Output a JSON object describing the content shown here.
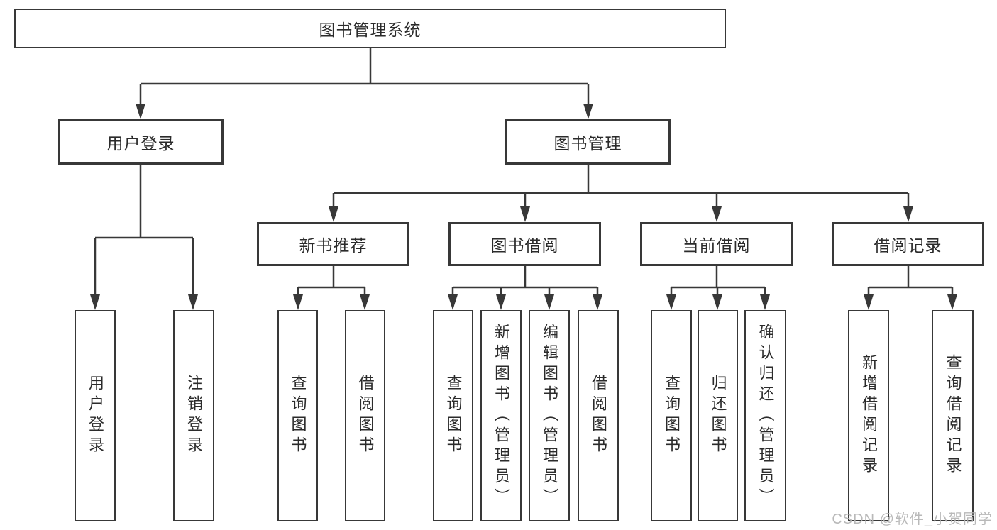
{
  "nodes": {
    "root": "图书管理系统",
    "level2": {
      "user_login": "用户登录",
      "book_management": "图书管理"
    },
    "level3": {
      "new_book": "新书推荐",
      "book_borrow": "图书借阅",
      "current_borrow": "当前借阅",
      "borrow_records": "借阅记录"
    },
    "leaves": {
      "user_login": [
        "用户登录",
        "注销登录"
      ],
      "new_book": [
        "查询图书",
        "借阅图书"
      ],
      "book_borrow": [
        "查询图书",
        "新增图书（管理员）",
        "编辑图书（管理员）",
        "借阅图书"
      ],
      "current_borrow": [
        "查询图书",
        "归还图书",
        "确认归还（管理员）"
      ],
      "borrow_records": [
        "新增借阅记录",
        "查询借阅记录"
      ]
    }
  },
  "watermark": {
    "text": "CSDN @软件_小贺同学"
  },
  "colors": {
    "line": "#383838",
    "text": "#2b2b2b",
    "watermark": "#b4b4b4",
    "background": "#ffffff"
  }
}
